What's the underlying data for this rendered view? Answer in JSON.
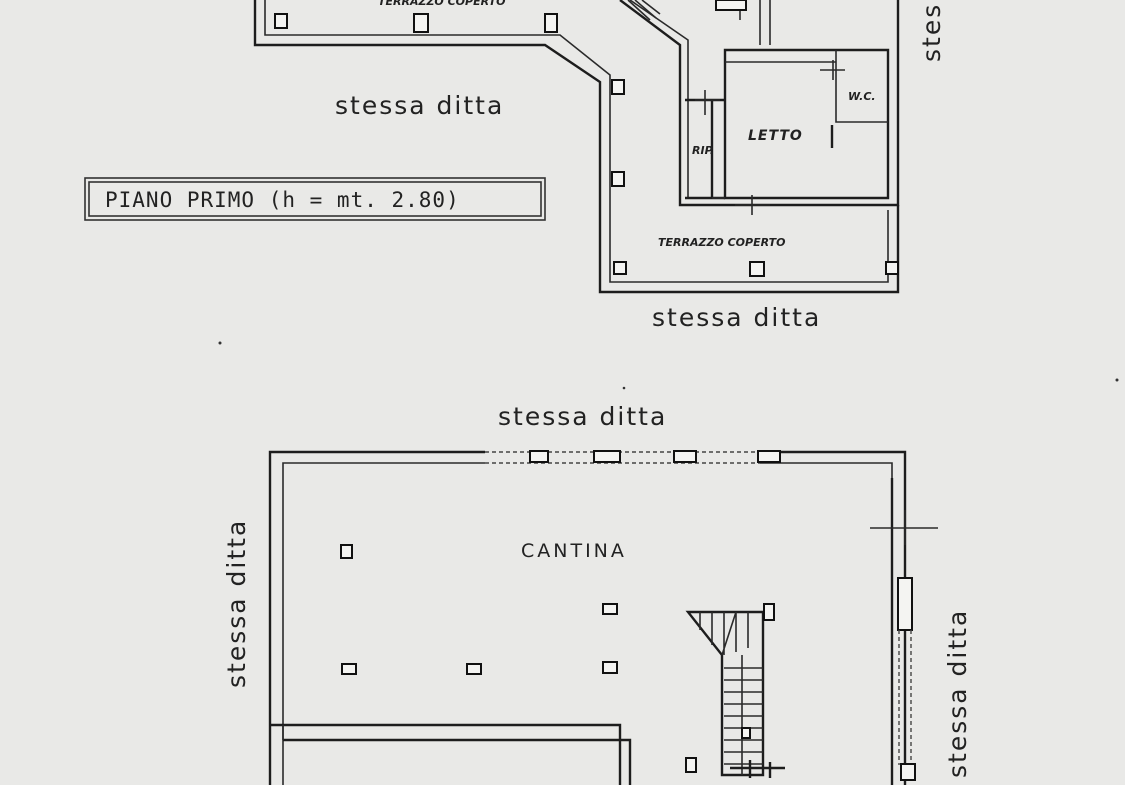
{
  "labels": {
    "neighbor_top_left": "stessa ditta",
    "neighbor_top_right_vertical": "stes",
    "neighbor_bottom_first_floor": "stessa ditta",
    "neighbor_top_cellar": "stessa ditta",
    "neighbor_left_cellar": "stessa ditta",
    "neighbor_right_cellar": "stessa ditta",
    "piano_primo": "PIANO PRIMO  (h = mt. 2.80)",
    "terrazzo_coperto_top": "TERRAZZO COPERTO",
    "terrazzo_coperto_bottom": "TERRAZZO COPERTO",
    "letto": "LETTO",
    "wc": "W.C.",
    "rip": "RIP.",
    "cantina": "CANTINA"
  }
}
